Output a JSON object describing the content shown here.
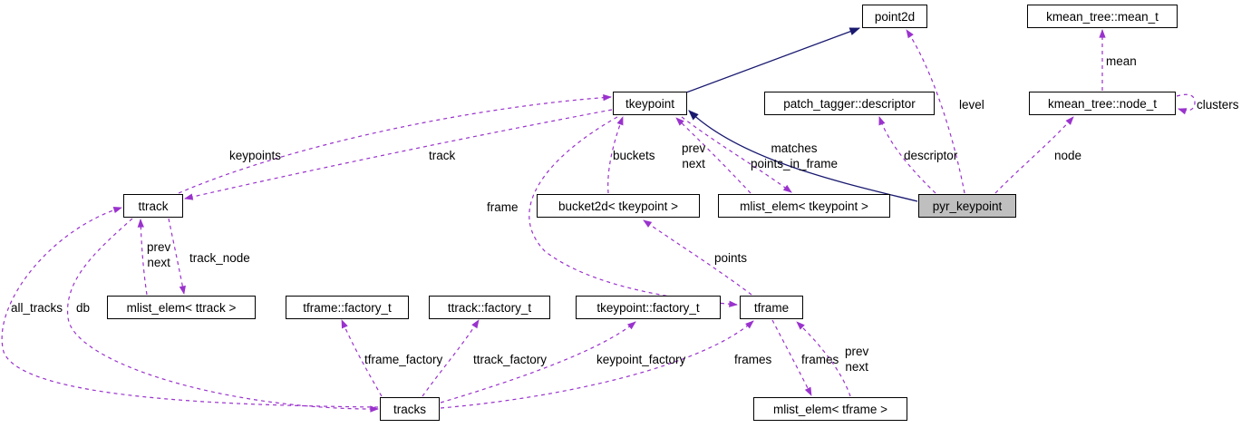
{
  "diagram": {
    "type": "doxygen-collaboration-graph",
    "highlighted_node": "pyr_keypoint",
    "colors": {
      "background": "#ffffff",
      "node_border": "#000000",
      "node_fill": "#ffffff",
      "highlight_fill": "#bfbfbf",
      "usage_edge": "#9a32cd",
      "inheritance_edge": "#191970",
      "label_text": "#000000"
    }
  },
  "nodes": {
    "point2d": {
      "label": "point2d"
    },
    "kmean_tree_mean_t": {
      "label": "kmean_tree::mean_t"
    },
    "tkeypoint": {
      "label": "tkeypoint"
    },
    "patch_tagger_descriptor": {
      "label": "patch_tagger::descriptor"
    },
    "kmean_tree_node_t": {
      "label": "kmean_tree::node_t"
    },
    "ttrack": {
      "label": "ttrack"
    },
    "bucket2d_tkeypoint": {
      "label": "bucket2d< tkeypoint >"
    },
    "mlist_elem_tkeypoint": {
      "label": "mlist_elem< tkeypoint >"
    },
    "pyr_keypoint": {
      "label": "pyr_keypoint"
    },
    "mlist_elem_ttrack": {
      "label": "mlist_elem< ttrack >"
    },
    "tframe_factory_t": {
      "label": "tframe::factory_t"
    },
    "ttrack_factory_t": {
      "label": "ttrack::factory_t"
    },
    "tkeypoint_factory_t": {
      "label": "tkeypoint::factory_t"
    },
    "tframe": {
      "label": "tframe"
    },
    "tracks": {
      "label": "tracks"
    },
    "mlist_elem_tframe": {
      "label": "mlist_elem< tframe >"
    }
  },
  "edges": [
    {
      "from": "tkeypoint",
      "to": "point2d",
      "type": "inheritance",
      "label": ""
    },
    {
      "from": "pyr_keypoint",
      "to": "tkeypoint",
      "type": "inheritance",
      "label": ""
    },
    {
      "from": "ttrack",
      "to": "tkeypoint",
      "type": "usage",
      "label": "keypoints"
    },
    {
      "from": "tkeypoint",
      "to": "ttrack",
      "type": "usage",
      "label": "track"
    },
    {
      "from": "bucket2d_tkeypoint",
      "to": "tkeypoint",
      "type": "usage",
      "label": "buckets"
    },
    {
      "from": "mlist_elem_tkeypoint",
      "to": "tkeypoint",
      "type": "usage",
      "label": "prev\nnext"
    },
    {
      "from": "tkeypoint",
      "to": "mlist_elem_tkeypoint",
      "type": "usage",
      "label": "matches\npoints_in_frame"
    },
    {
      "from": "pyr_keypoint",
      "to": "patch_tagger_descriptor",
      "type": "usage",
      "label": "descriptor"
    },
    {
      "from": "pyr_keypoint",
      "to": "point2d",
      "type": "usage",
      "label": "level"
    },
    {
      "from": "kmean_tree_node_t",
      "to": "kmean_tree_mean_t",
      "type": "usage",
      "label": "mean"
    },
    {
      "from": "pyr_keypoint",
      "to": "kmean_tree_node_t",
      "type": "usage",
      "label": "node"
    },
    {
      "from": "kmean_tree_node_t",
      "to": "kmean_tree_node_t",
      "type": "usage",
      "label": "clusters"
    },
    {
      "from": "tkeypoint",
      "to": "tframe",
      "type": "usage",
      "label": "frame"
    },
    {
      "from": "tframe",
      "to": "bucket2d_tkeypoint",
      "type": "usage",
      "label": "points"
    },
    {
      "from": "mlist_elem_ttrack",
      "to": "ttrack",
      "type": "usage",
      "label": "prev\nnext"
    },
    {
      "from": "ttrack",
      "to": "mlist_elem_ttrack",
      "type": "usage",
      "label": "track_node"
    },
    {
      "from": "tracks",
      "to": "ttrack",
      "type": "usage",
      "label": "all_tracks"
    },
    {
      "from": "ttrack",
      "to": "tracks",
      "type": "usage",
      "label": "db"
    },
    {
      "from": "tracks",
      "to": "tframe_factory_t",
      "type": "usage",
      "label": "tframe_factory"
    },
    {
      "from": "tracks",
      "to": "ttrack_factory_t",
      "type": "usage",
      "label": "ttrack_factory"
    },
    {
      "from": "tracks",
      "to": "tkeypoint_factory_t",
      "type": "usage",
      "label": "keypoint_factory"
    },
    {
      "from": "tracks",
      "to": "tframe",
      "type": "usage",
      "label": "frames"
    },
    {
      "from": "tframe",
      "to": "mlist_elem_tframe",
      "type": "usage",
      "label": "frames"
    },
    {
      "from": "mlist_elem_tframe",
      "to": "tframe",
      "type": "usage",
      "label": "prev\nnext"
    }
  ]
}
